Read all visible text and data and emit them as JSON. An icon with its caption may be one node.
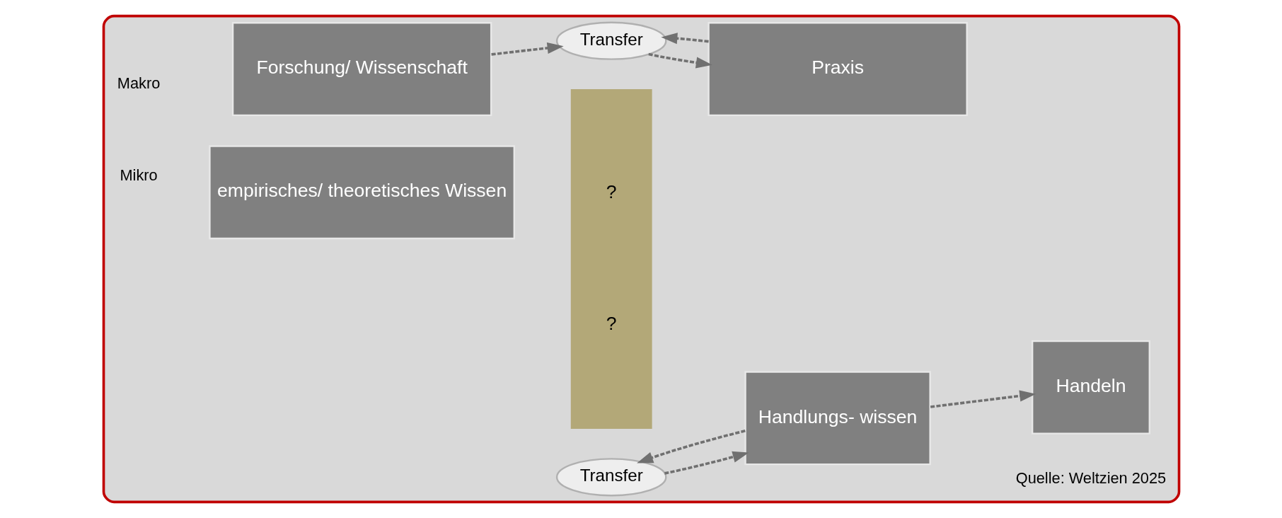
{
  "diagram": {
    "nodes": [
      {
        "text": [],
        "shape": "box"
      },
      {
        "text": [
          "Forschung/ Wissenschaft"
        ],
        "in": 0
      },
      {
        "text": [
          "?",
          "?"
        ],
        "in": 0
      },
      {
        "text": [
          "Transfer"
        ],
        "in": 0
      },
      {
        "text": [
          "Praxis"
        ],
        "in": 0
      },
      {
        "text": [
          "empirisches/ theoretisches Wissen"
        ],
        "in": 0
      },
      {
        "text": [
          "Transfer"
        ],
        "in": 0
      },
      {
        "text": [
          "Handlungs- wissen"
        ],
        "in": 0
      },
      {
        "text": [
          "Handeln"
        ],
        "in": 0
      }
    ],
    "edges": [
      {
        "from": 1,
        "to": 3,
        "arrow": "to"
      },
      {
        "from": 3,
        "to": 4,
        "arrow": "to"
      },
      {
        "from": 4,
        "to": 3,
        "arrow": "to"
      },
      {
        "from": 6,
        "to": 7,
        "arrow": "to"
      },
      {
        "from": 7,
        "to": 6,
        "arrow": "to"
      },
      {
        "from": 7,
        "to": 8,
        "arrow": "to"
      }
    ],
    "labels": [
      "Makro",
      "Mikro",
      "Quelle: Weltzien 2025"
    ]
  }
}
